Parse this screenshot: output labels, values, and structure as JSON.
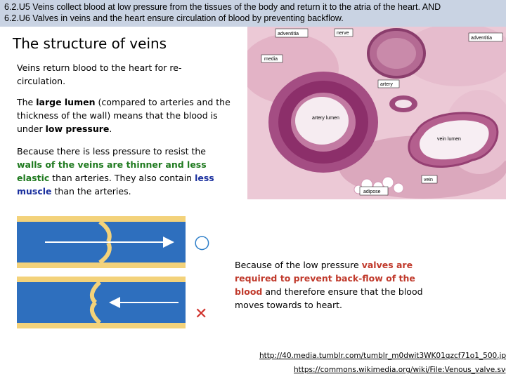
{
  "header": {
    "line1": "6.2.U5 Veins collect blood at low pressure from the tissues of the body and return it to the atria of the heart. AND",
    "line2": "6.2.U6 Valves in veins and the heart ensure circulation of blood by preventing backflow."
  },
  "title": "The structure of veins",
  "para1": "Veins return blood to the heart for re-circulation.",
  "para2": {
    "pre": "The ",
    "bold1": "large lumen",
    "mid": " (compared to arteries and the thickness of the wall) means that the blood is under ",
    "bold2": "low pressure",
    "post": "."
  },
  "para3": {
    "pre": "Because there is less pressure to resist the ",
    "green": "walls of the veins are thinner and less elastic",
    "mid": " than arteries. They also contain ",
    "blue": "less muscle",
    "post": " than the arteries."
  },
  "para4": {
    "pre": "Because of the low pressure ",
    "red": "valves are required to prevent back-flow of the blood",
    "post": " and therefore ensure that the blood moves towards to heart."
  },
  "micrograph_labels": {
    "adventitia_left": "adventitia",
    "nerve": "nerve",
    "adventitia_right": "adventitia",
    "media": "media",
    "artery": "artery",
    "artery_lumen": "artery lumen",
    "vein_lumen": "vein lumen",
    "vein": "vein",
    "adipose": "adipose"
  },
  "valve_symbols": {
    "correct": "○",
    "wrong": "✕"
  },
  "references": {
    "ref1": "http://40.media.tumblr.com/tumblr_m0dwit3WK01qzcf71o1_500.jpg",
    "ref2": "https://commons.wikimedia.org/wiki/File:Venous_valve.svg"
  },
  "colors": {
    "header_bg": "#c9d3e3",
    "green_text": "#1f7a1f",
    "blue_text": "#1a2f9e",
    "red_text": "#c0392b"
  }
}
